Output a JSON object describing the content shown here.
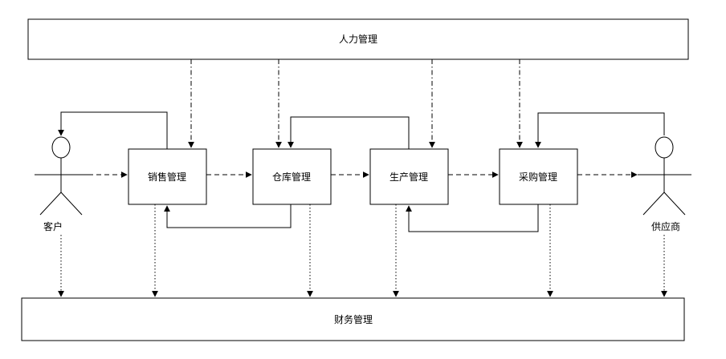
{
  "top_box": {
    "label": "人力管理"
  },
  "bottom_box": {
    "label": "财务管理"
  },
  "processes": [
    {
      "id": "sales",
      "label": "销售管理"
    },
    {
      "id": "warehouse",
      "label": "仓库管理"
    },
    {
      "id": "production",
      "label": "生产管理"
    },
    {
      "id": "purchase",
      "label": "采购管理"
    }
  ],
  "actors": {
    "customer": {
      "label": "客户"
    },
    "supplier": {
      "label": "供应商"
    }
  }
}
